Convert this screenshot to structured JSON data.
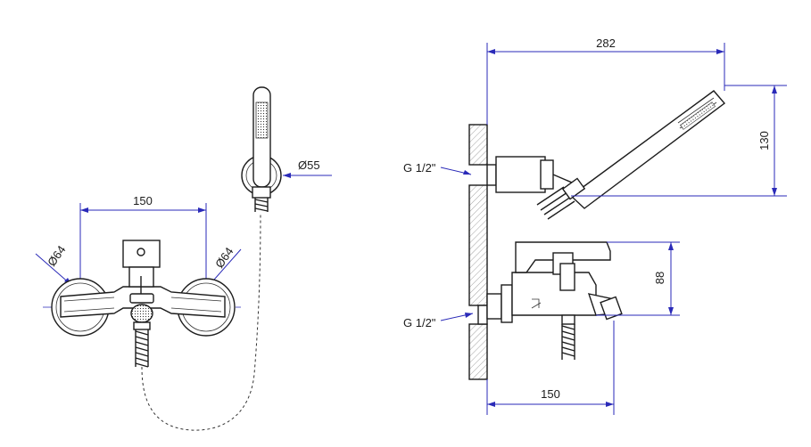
{
  "front_view": {
    "dim_width": "150",
    "dim_flange_left": "Ø64",
    "dim_flange_right": "Ø64",
    "dim_holder": "Ø55"
  },
  "side_view": {
    "dim_total_width": "282",
    "dim_shower_height": "130",
    "dim_body_height": "88",
    "dim_body_width": "150",
    "thread_upper": "G 1/2\"",
    "thread_lower": "G 1/2\""
  },
  "colors": {
    "dimension": "#2a2ab8",
    "outline": "#1c1c1c",
    "background": "#ffffff"
  }
}
